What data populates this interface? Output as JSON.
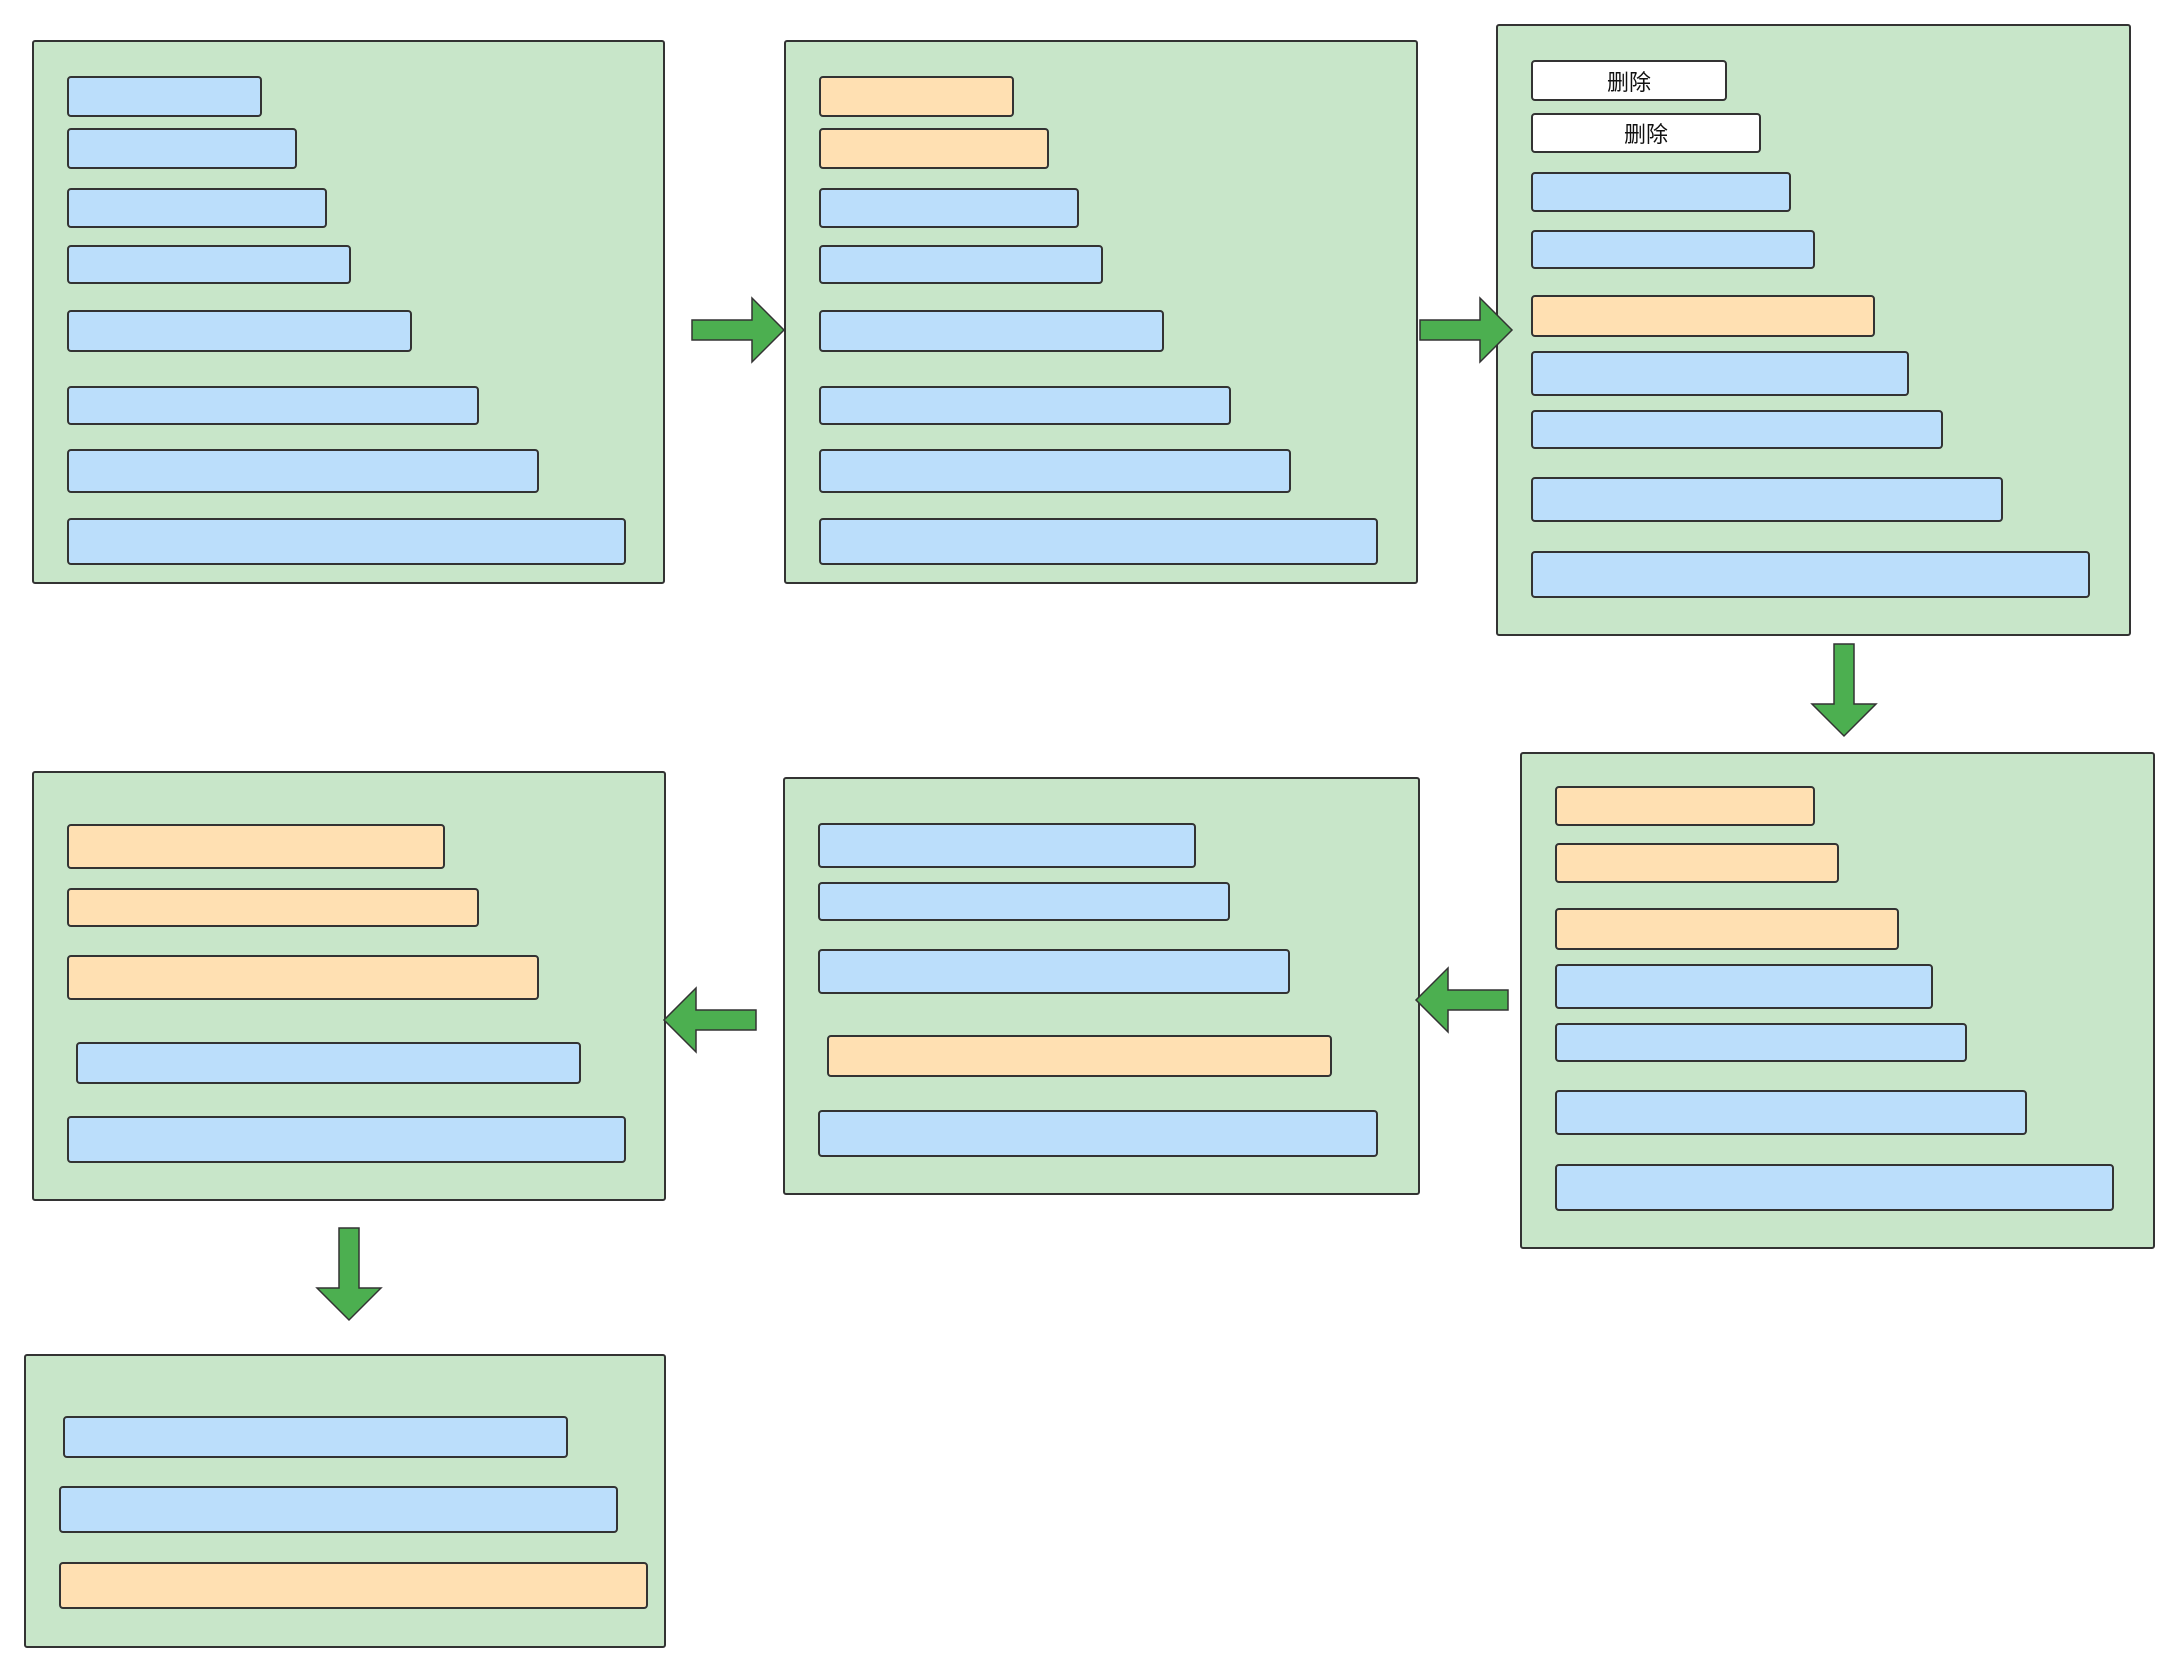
{
  "colors": {
    "panel": "#c8e6c9",
    "bar_blue": "#bbdefb",
    "bar_orange": "#ffe0b2",
    "bar_white": "#ffffff",
    "arrow": "#4caf50",
    "border": "#333333"
  },
  "flow_order": [
    "step-1",
    "step-2",
    "step-3",
    "step-4",
    "step-5",
    "step-6",
    "step-7"
  ],
  "steps": [
    {
      "id": "step-1",
      "bars": [
        "blue",
        "blue",
        "blue",
        "blue",
        "blue",
        "blue",
        "blue",
        "blue"
      ]
    },
    {
      "id": "step-2",
      "bars": [
        "orange",
        "orange",
        "blue",
        "blue",
        "blue",
        "blue",
        "blue",
        "blue"
      ]
    },
    {
      "id": "step-3",
      "bars": [
        "white",
        "white",
        "blue",
        "blue",
        "orange",
        "blue",
        "blue",
        "blue",
        "blue"
      ],
      "labels": [
        "删除",
        "删除"
      ]
    },
    {
      "id": "step-4",
      "bars": [
        "orange",
        "orange",
        "orange",
        "blue",
        "blue",
        "blue",
        "blue"
      ]
    },
    {
      "id": "step-5",
      "bars": [
        "blue",
        "blue",
        "blue",
        "orange",
        "blue"
      ]
    },
    {
      "id": "step-6",
      "bars": [
        "orange",
        "orange",
        "orange",
        "blue",
        "blue"
      ]
    },
    {
      "id": "step-7",
      "bars": [
        "blue",
        "blue",
        "orange"
      ]
    }
  ],
  "arrows": [
    {
      "from": "step-1",
      "to": "step-2",
      "direction": "right"
    },
    {
      "from": "step-2",
      "to": "step-3",
      "direction": "right"
    },
    {
      "from": "step-3",
      "to": "step-4",
      "direction": "down"
    },
    {
      "from": "step-4",
      "to": "step-5",
      "direction": "left"
    },
    {
      "from": "step-5",
      "to": "step-6",
      "direction": "left"
    },
    {
      "from": "step-6",
      "to": "step-7",
      "direction": "down"
    }
  ]
}
